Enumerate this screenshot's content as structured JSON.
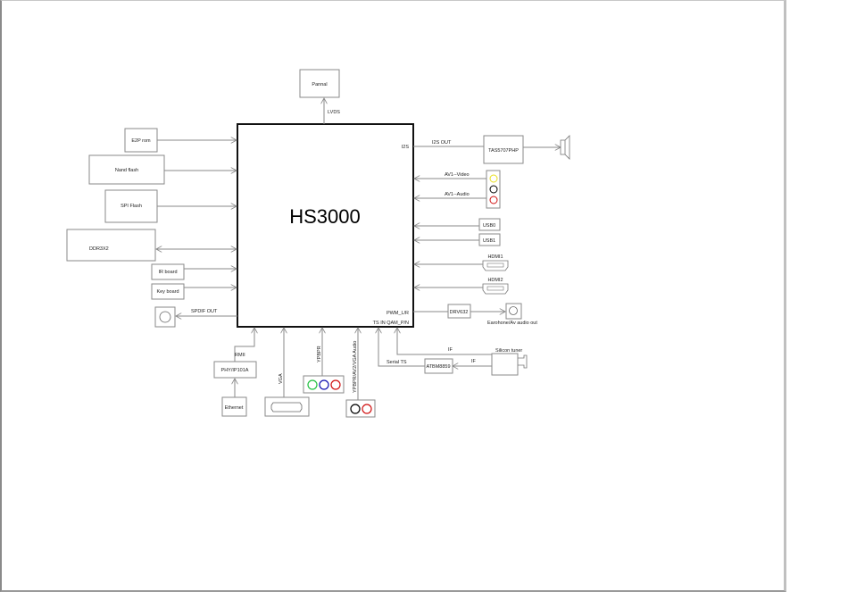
{
  "chip": {
    "name": "HS3000"
  },
  "components": {
    "panel": "Pannal",
    "e2p_rom": "E2P rom",
    "nand_flash": "Nand flash",
    "spi_flash": "SPI Flash",
    "ddr": "DDR3X2",
    "ir_board": "IR board",
    "key_board": "Key board",
    "phy": "PHY/IP101A",
    "ethernet": "Ethernet",
    "amp": "TAS5707PHP",
    "usb0": "USB0",
    "usb1": "USB1",
    "hdmi1": "HDMI1",
    "hdmi2": "HDMI2",
    "drv": "DRV632",
    "earphone": "Earohone/Av audio out",
    "demod": "ATBM8859",
    "tuner": "Silicon tuner"
  },
  "signals": {
    "lvds": "LVDS",
    "i2s_pin": "I2S",
    "i2s_out": "I2S OUT",
    "av1_video": "AV1--Video",
    "av1_audio": "AV1--Audio",
    "spdif_out": "SPDIF OUT",
    "rmii": "RMII",
    "vga": "VGA",
    "ypbpr": "YPBPR",
    "ypbpr_audio": "YPBPR/AV2/VGA  Audio",
    "pwm": "PWM_L/R",
    "ts_in": "TS IN QAM_P/N",
    "serial_ts": "Serial  TS",
    "if1": "IF",
    "if2": "IF"
  },
  "colors": {
    "jack_yellow": "#e8e020",
    "jack_black": "#000000",
    "jack_red": "#d01010",
    "jack_green": "#20c040",
    "jack_blue": "#1010b0"
  }
}
